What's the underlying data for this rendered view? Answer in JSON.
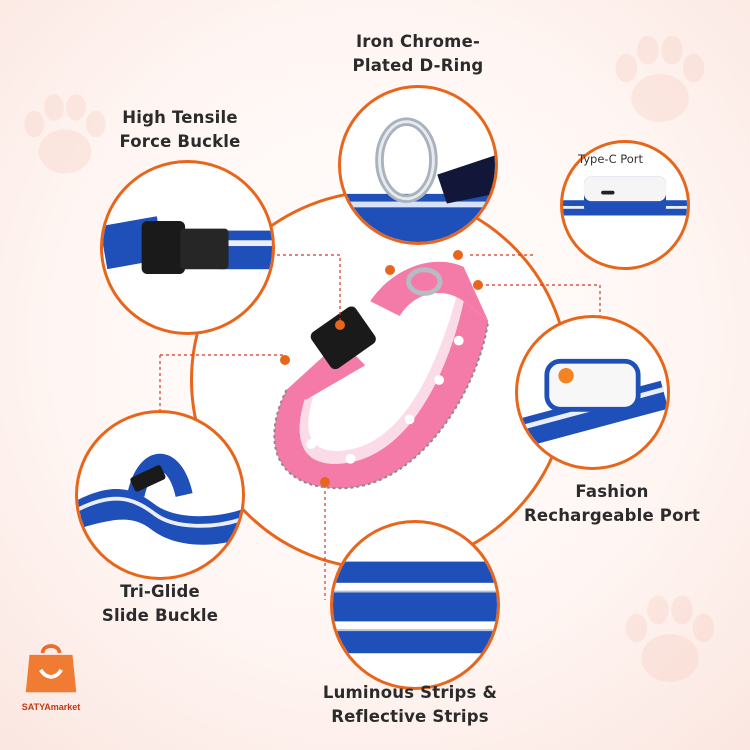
{
  "colors": {
    "accent": "#e8661c",
    "collar_pink": "#f47aa8",
    "strap_blue": "#1f4fb8",
    "text": "#2b2b2b"
  },
  "features": {
    "d_ring": {
      "line1": "Iron Chrome-",
      "line2": "Plated D-Ring"
    },
    "buckle": {
      "line1": "High Tensile",
      "line2": "Force Buckle"
    },
    "port": {
      "line1": "Fashion",
      "line2": "Rechargeable Port"
    },
    "tri_glide": {
      "line1": "Tri-Glide",
      "line2": "Slide Buckle"
    },
    "strips": {
      "line1": "Luminous Strips &",
      "line2": "Reflective Strips"
    }
  },
  "type_c_label": "Type-C Port",
  "logo": {
    "text": "SATYAmarket"
  }
}
